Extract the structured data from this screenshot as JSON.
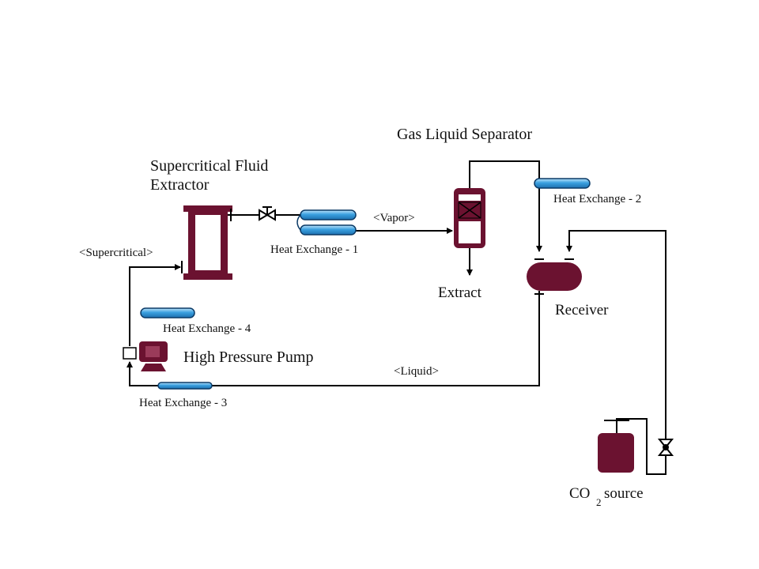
{
  "labels": {
    "extractor_line1": "Supercritical Fluid",
    "extractor_line2": "Extractor",
    "gas_liquid_separator": "Gas Liquid Separator",
    "vapor": "<Vapor>",
    "heat_exchange_1": "Heat Exchange - 1",
    "heat_exchange_2": "Heat Exchange - 2",
    "heat_exchange_3": "Heat Exchange - 3",
    "heat_exchange_4": "Heat Exchange - 4",
    "supercritical": "<Supercritical>",
    "extract": "Extract",
    "receiver": "Receiver",
    "high_pressure_pump": "High Pressure Pump",
    "liquid": "<Liquid>",
    "co2_prefix": "CO",
    "co2_subscript": "2",
    "co2_suffix": "source"
  },
  "colors": {
    "vessel": "#6b1230",
    "exchanger": "#3aa0e0",
    "pipe": "#000000",
    "pump": "#6b1230"
  }
}
